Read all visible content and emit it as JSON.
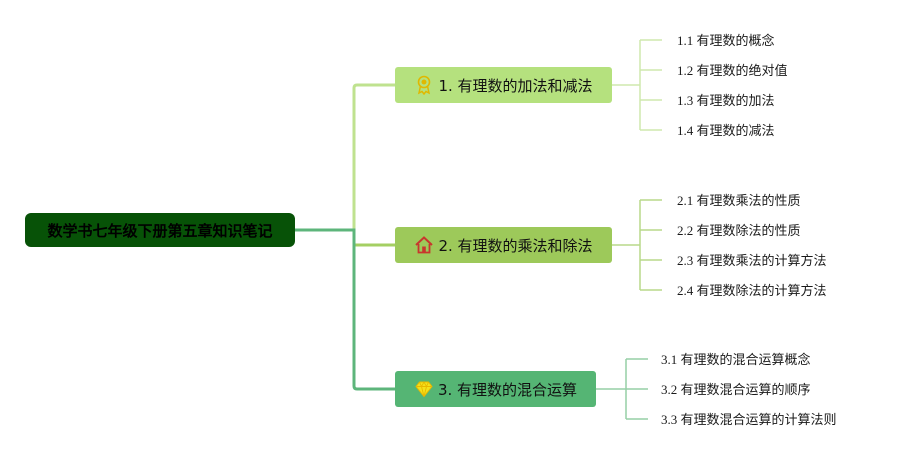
{
  "root": {
    "label": "数学书七年级下册第五章知识笔记"
  },
  "branches": [
    {
      "label": "1. 有理数的加法和减法",
      "icon": "award-medal-icon",
      "color": "#b5e17e",
      "children": [
        "1.1 有理数的概念",
        "1.2 有理数的绝对值",
        "1.3 有理数的加法",
        "1.4 有理数的减法"
      ]
    },
    {
      "label": "2. 有理数的乘法和除法",
      "icon": "house-icon",
      "color": "#9dc95a",
      "children": [
        "2.1 有理数乘法的性质",
        "2.2 有理数除法的性质",
        "2.3 有理数乘法的计算方法",
        "2.4 有理数除法的计算方法"
      ]
    },
    {
      "label": "3. 有理数的混合运算",
      "icon": "diamond-gem-icon",
      "color": "#55b574",
      "children": [
        "3.1 有理数的混合运算概念",
        "3.2 有理数混合运算的顺序",
        "3.3 有理数混合运算的计算法则"
      ]
    }
  ],
  "colors": {
    "root": "#075207",
    "branch1_line": "#bfe28f",
    "branch2_line": "#a4cf63",
    "branch3_line": "#5db57b"
  }
}
